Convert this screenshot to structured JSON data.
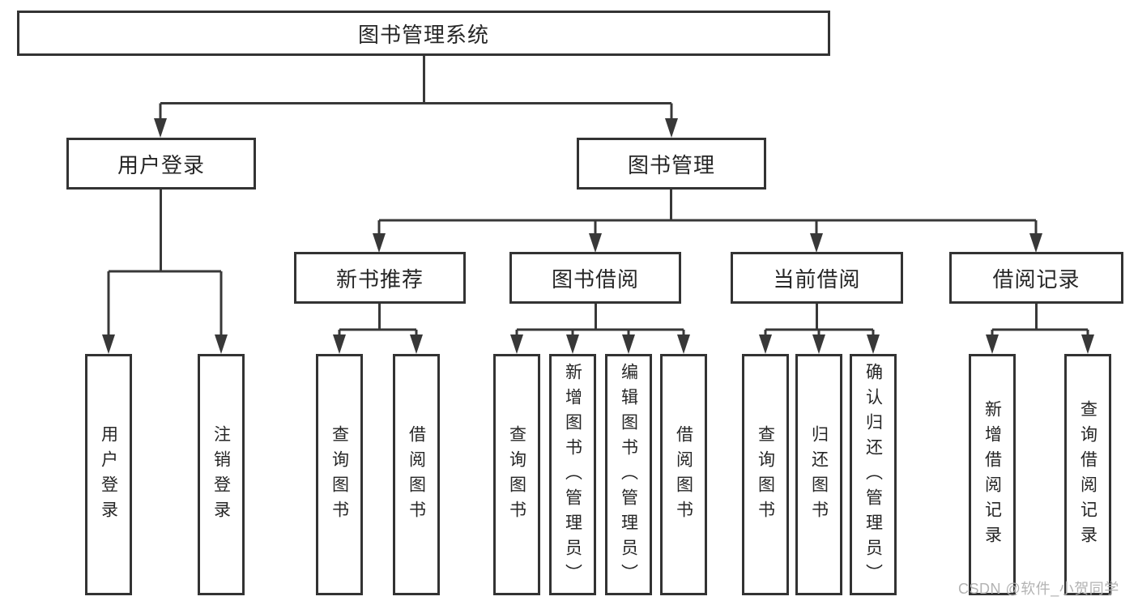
{
  "diagram": {
    "type": "tree",
    "root": {
      "label": "图书管理系统"
    },
    "level2": {
      "user_login": {
        "label": "用户登录"
      },
      "book_management": {
        "label": "图书管理"
      }
    },
    "level3": {
      "new_book_recommend": {
        "label": "新书推荐"
      },
      "book_borrowing": {
        "label": "图书借阅"
      },
      "current_borrowing": {
        "label": "当前借阅"
      },
      "borrowing_records": {
        "label": "借阅记录"
      }
    },
    "leaves": {
      "user_login_leaf": "用户登录",
      "logout": "注销登录",
      "recommend_query_books": "查询图书",
      "recommend_borrow_books": "借阅图书",
      "borrowing_query_books": "查询图书",
      "borrowing_add_books": "新增图书（管理员）",
      "borrowing_edit_books": "编辑图书（管理员）",
      "borrowing_borrow_books": "借阅图书",
      "current_query_books": "查询图书",
      "current_return_books": "归还图书",
      "current_confirm_return": "确认归还（管理员）",
      "records_add_record": "新增借阅记录",
      "records_query_record": "查询借阅记录"
    }
  },
  "watermark": "CSDN @软件_小贺同学",
  "colors": {
    "line": "#383838",
    "box_border": "#333333",
    "text": "#262626",
    "watermark": "#b3b3b3",
    "background": "#ffffff"
  }
}
